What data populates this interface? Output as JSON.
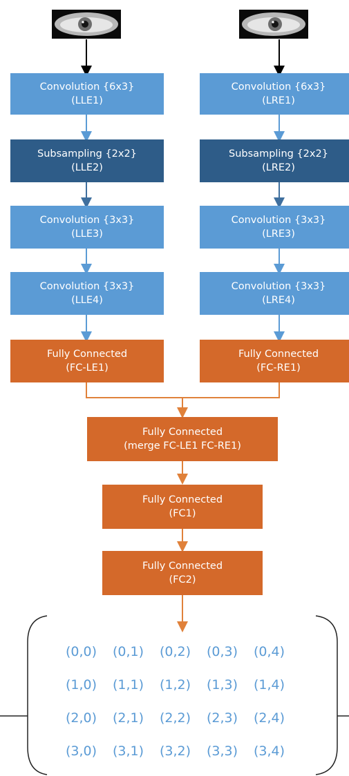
{
  "left_column": [
    {
      "line1": "Convolution {6x3}",
      "line2": "(LLE1)"
    },
    {
      "line1": "Subsampling {2x2}",
      "line2": "(LLE2)"
    },
    {
      "line1": "Convolution {3x3}",
      "line2": "(LLE3)"
    },
    {
      "line1": "Convolution {3x3}",
      "line2": "(LLE4)"
    },
    {
      "line1": "Fully Connected",
      "line2": "(FC-LE1)"
    }
  ],
  "right_column": [
    {
      "line1": "Convolution {6x3}",
      "line2": "(LRE1)"
    },
    {
      "line1": "Subsampling {2x2}",
      "line2": "(LRE2)"
    },
    {
      "line1": "Convolution {3x3}",
      "line2": "(LRE3)"
    },
    {
      "line1": "Convolution {3x3}",
      "line2": "(LRE4)"
    },
    {
      "line1": "Fully Connected",
      "line2": "(FC-RE1)"
    }
  ],
  "merge": {
    "line1": "Fully Connected",
    "line2": "(merge FC-LE1 FC-RE1)"
  },
  "fc1": {
    "line1": "Fully Connected",
    "line2": "(FC1)"
  },
  "fc2": {
    "line1": "Fully Connected",
    "line2": "(FC2)"
  },
  "output_grid": [
    [
      "(0,0)",
      "(0,1)",
      "(0,2)",
      "(0,3)",
      "(0,4)"
    ],
    [
      "(1,0)",
      "(1,1)",
      "(1,2)",
      "(1,3)",
      "(1,4)"
    ],
    [
      "(2,0)",
      "(2,1)",
      "(2,2)",
      "(2,3)",
      "(2,4)"
    ],
    [
      "(3,0)",
      "(3,1)",
      "(3,2)",
      "(3,3)",
      "(3,4)"
    ]
  ],
  "colors": {
    "conv": "#5b9bd5",
    "subsampling": "#2e5c88",
    "fully_connected": "#d4692a",
    "grid_text": "#5b9bd5"
  },
  "icons": {
    "input_left": "eye-image",
    "input_right": "eye-image"
  }
}
